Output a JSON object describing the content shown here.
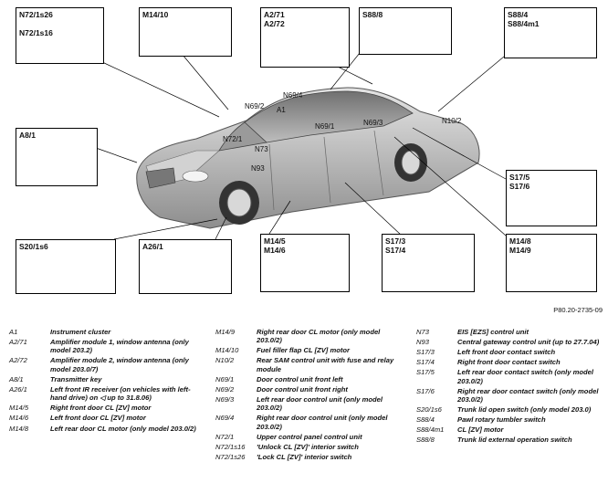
{
  "figure_ref": "P80.20-2735-09",
  "boxes": {
    "n72_switches": "N72/1s26\n\nN72/1s16",
    "m14_10": "M14/10",
    "a2": "A2/71\nA2/72",
    "s88_8": "S88/8",
    "s88_4": "S88/4\nS88/4m1",
    "a8_1": "A8/1",
    "s17_5": "S17/5\nS17/6",
    "s20": "S20/1s6",
    "a26": "A26/1",
    "m14_5": "M14/5\nM14/6",
    "s17_3": "S17/3\nS17/4",
    "m14_8": "M14/8\nM14/9"
  },
  "car_labels": {
    "n69_4": "N69/4",
    "n69_2": "N69/2",
    "a1": "A1",
    "n69_1": "N69/1",
    "n69_3": "N69/3",
    "n10_2": "N10/2",
    "n72_1": "N72/1",
    "n73": "N73",
    "n93": "N93"
  },
  "legend": {
    "col1": [
      {
        "code": "A1",
        "desc": "Instrument cluster"
      },
      {
        "code": "A2/71",
        "desc": "Amplifier module 1, window antenna (only model 203.2)"
      },
      {
        "code": "A2/72",
        "desc": "Amplifier module 2, window antenna (only model 203.0/7)"
      },
      {
        "code": "A8/1",
        "desc": "Transmitter key"
      },
      {
        "code": "A26/1",
        "desc": "Left front IR receiver (on vehicles with left-hand drive) on ◁ up to 31.8.06)"
      },
      {
        "code": "M14/5",
        "desc": "Right front door CL [ZV] motor"
      },
      {
        "code": "M14/6",
        "desc": "Left front door CL [ZV] motor"
      },
      {
        "code": "M14/8",
        "desc": "Left rear door CL motor (only model 203.0/2)"
      }
    ],
    "col2": [
      {
        "code": "M14/9",
        "desc": "Right rear door CL motor (only model 203.0/2)"
      },
      {
        "code": "M14/10",
        "desc": "Fuel filler flap CL [ZV] motor"
      },
      {
        "code": "N10/2",
        "desc": "Rear SAM control unit with fuse and relay module"
      },
      {
        "code": "N69/1",
        "desc": "Door control unit front left"
      },
      {
        "code": "N69/2",
        "desc": "Door control unit front right"
      },
      {
        "code": "N69/3",
        "desc": "Left rear door control unit (only model 203.0/2)"
      },
      {
        "code": "N69/4",
        "desc": "Right rear door control unit (only model 203.0/2)"
      },
      {
        "code": "N72/1",
        "desc": "Upper control panel control unit"
      },
      {
        "code": "N72/1s16",
        "desc": "'Unlock CL [ZV]' interior switch"
      },
      {
        "code": "N72/1s26",
        "desc": "'Lock CL [ZV]' interior switch"
      }
    ],
    "col3": [
      {
        "code": "N73",
        "desc": "EIS [EZS] control unit"
      },
      {
        "code": "N93",
        "desc": "Central gateway control unit (up to 27.7.04)"
      },
      {
        "code": "S17/3",
        "desc": "Left front door contact switch"
      },
      {
        "code": "S17/4",
        "desc": "Right front door contact switch"
      },
      {
        "code": "S17/5",
        "desc": "Left rear door contact switch (only model 203.0/2)"
      },
      {
        "code": "S17/6",
        "desc": "Right rear door contact switch (only model 203.0/2)"
      },
      {
        "code": "S20/1s6",
        "desc": "Trunk lid open switch (only model 203.0)"
      },
      {
        "code": "S88/4",
        "desc": "Pawl rotary tumbler switch"
      },
      {
        "code": "S88/4m1",
        "desc": "CL [ZV] motor"
      },
      {
        "code": "S88/8",
        "desc": "Trunk lid external operation switch"
      }
    ]
  }
}
